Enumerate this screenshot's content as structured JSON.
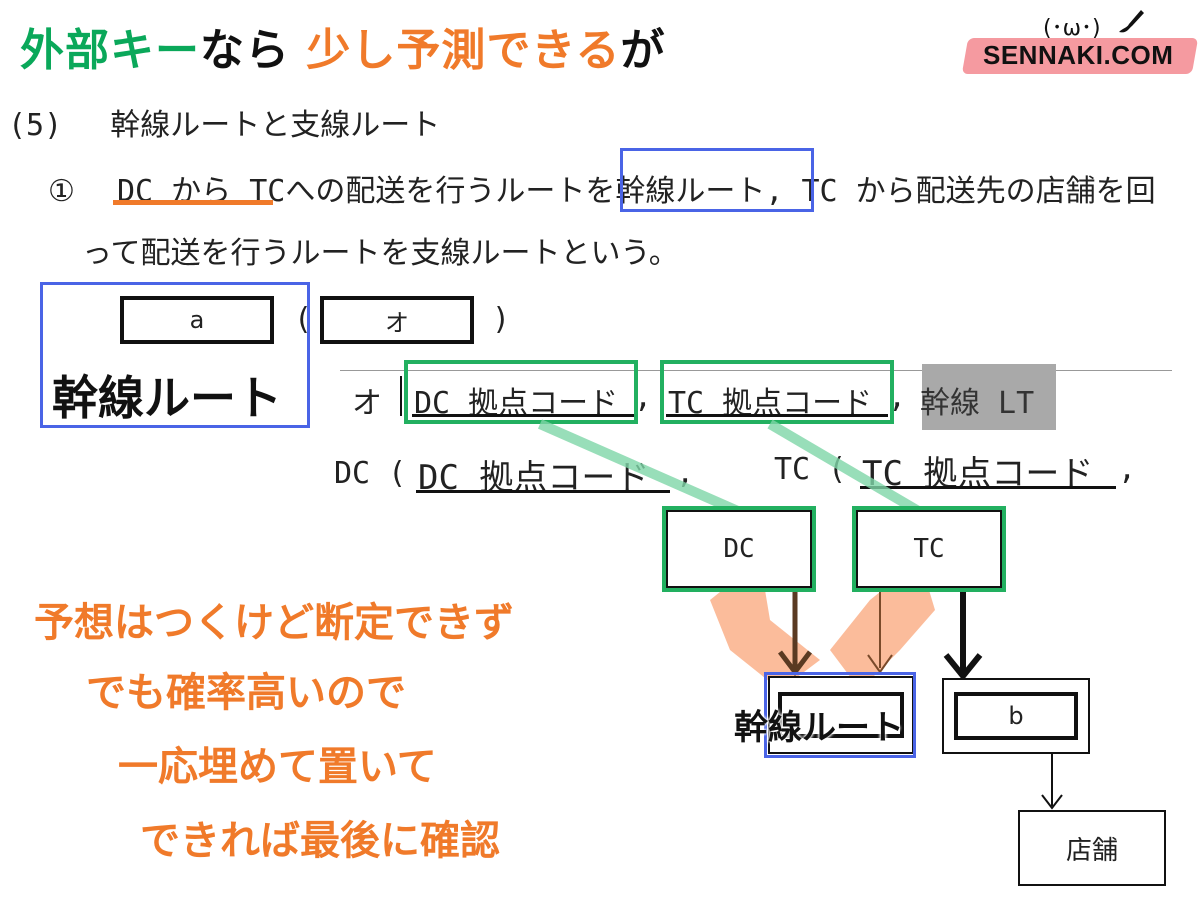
{
  "headline": {
    "part1": "外部キー",
    "part2": "なら ",
    "part3": "少し予測できる",
    "part4": "が"
  },
  "logo": {
    "face": "(･ω･)",
    "text": "SENNAKI.COM"
  },
  "section": {
    "number": "(5)",
    "title": "幹線ルートと支線ルート"
  },
  "item1": {
    "marker": "①",
    "underlined": "DC から TC",
    "text_a": "への配送を行うルートを",
    "boxed": "幹線ルート,",
    "text_b": " TC から配送先の店舗を回",
    "line2": "って配送を行うルートを支線ルートという。"
  },
  "blanks": {
    "a": "a",
    "o": "オ",
    "b": "b",
    "open_paren": "(",
    "close_paren": ")"
  },
  "answer_label": "幹線ルート",
  "row_o": {
    "label": "オ",
    "item1": "DC 拠点コード",
    "sep1": ",",
    "item2": "TC 拠点コード",
    "sep2": ",",
    "item3": "幹線 LT"
  },
  "row_dc": {
    "prefix": "DC (",
    "item": "DC 拠点コード",
    "sep": ",",
    "tc_prefix": "TC (",
    "tc_item": "TC 拠点コード",
    "tc_sep": ","
  },
  "diagram": {
    "dc": "DC",
    "tc": "TC",
    "trunk_label": "幹線ルート",
    "b": "b",
    "store": "店舗"
  },
  "note": {
    "line1": "予想はつくけど断定できず",
    "line2": "でも確率高いので",
    "line3": "一応埋めて置いて",
    "line4": "できれば最後に確認"
  },
  "colors": {
    "green": "#0aa85a",
    "orange": "#f07a2a",
    "blue": "#4a64e6",
    "box_green": "#22b060",
    "highlight_gray": "#a9a9a9",
    "logo_band": "#f59aa0"
  }
}
